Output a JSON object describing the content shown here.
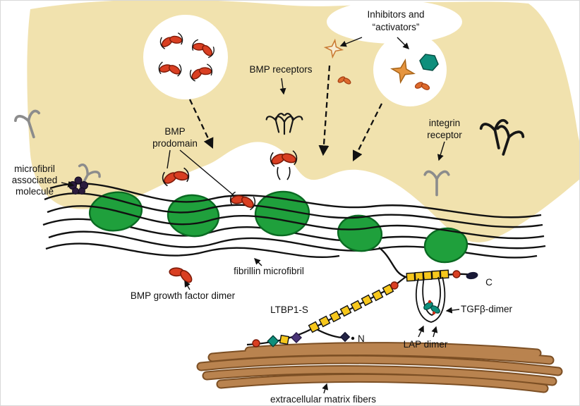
{
  "colors": {
    "cell": "#f1e2ae",
    "vesicle": "#ffffff",
    "bead_green": "#1fa03c",
    "dimer_red": "#d93f22",
    "domain_yellow": "#f6c71c",
    "fiber_light": "#b9834f",
    "fiber_dark": "#7c4f24",
    "teal": "#0e8f7c",
    "orange": "#e6953f",
    "purple": "#4a3577",
    "receptor_grey": "#8c8c8c",
    "line": "#111111"
  },
  "labels": {
    "inhibitors_line1": "Inhibitors and",
    "inhibitors_line2": "“activators”",
    "bmp_receptors": "BMP receptors",
    "bmp_prodomain_line1": "BMP",
    "bmp_prodomain_line2": "prodomain",
    "integrin_line1": "integrin",
    "integrin_line2": "receptor",
    "mam_line1": "microfibril",
    "mam_line2": "associated",
    "mam_line3": "molecule",
    "fibrillin_microfibril": "fibrillin microfibril",
    "bmp_growth_factor_dimer": "BMP growth factor dimer",
    "ltbp1s": "LTBP1-S",
    "tgfb_dimer": "TGFβ-dimer",
    "c_terminus": "C",
    "n_terminus": "N",
    "lap_dimer": "LAP dimer",
    "ecm_fibers": "extracellular matrix fibers"
  }
}
